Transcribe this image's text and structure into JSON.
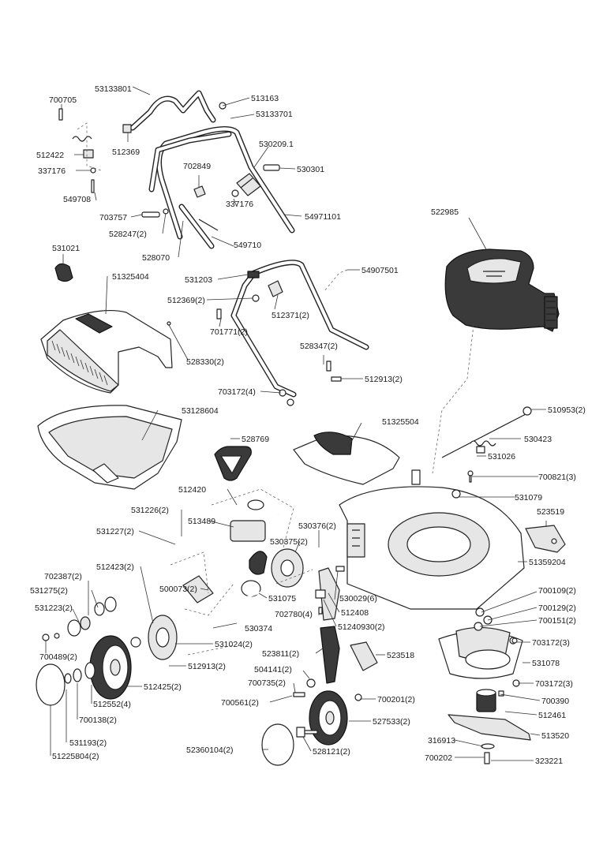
{
  "parts": [
    {
      "id": "p01",
      "label": "53133801"
    },
    {
      "id": "p02",
      "label": "513163"
    },
    {
      "id": "p03",
      "label": "700705"
    },
    {
      "id": "p04",
      "label": "53133701"
    },
    {
      "id": "p05",
      "label": "512369"
    },
    {
      "id": "p06",
      "label": "530209.1"
    },
    {
      "id": "p07",
      "label": "512422"
    },
    {
      "id": "p08",
      "label": "530301"
    },
    {
      "id": "p09",
      "label": "337176"
    },
    {
      "id": "p10",
      "label": "702849"
    },
    {
      "id": "p11",
      "label": "549708"
    },
    {
      "id": "p12",
      "label": "337176"
    },
    {
      "id": "p13",
      "label": "54971101"
    },
    {
      "id": "p14",
      "label": "703757"
    },
    {
      "id": "p15",
      "label": "522985"
    },
    {
      "id": "p16",
      "label": "528247(2)"
    },
    {
      "id": "p17",
      "label": "549710"
    },
    {
      "id": "p18",
      "label": "531021"
    },
    {
      "id": "p19",
      "label": "528070"
    },
    {
      "id": "p20",
      "label": "54907501"
    },
    {
      "id": "p21",
      "label": "51325404"
    },
    {
      "id": "p22",
      "label": "531203"
    },
    {
      "id": "p23",
      "label": "512369(2)"
    },
    {
      "id": "p24",
      "label": "512371(2)"
    },
    {
      "id": "p25",
      "label": "701771(2)"
    },
    {
      "id": "p26",
      "label": "528347(2)"
    },
    {
      "id": "p27",
      "label": "528330(2)"
    },
    {
      "id": "p28",
      "label": "512913(2)"
    },
    {
      "id": "p29",
      "label": "703172(4)"
    },
    {
      "id": "p30",
      "label": "510953(2)"
    },
    {
      "id": "p31",
      "label": "53128604"
    },
    {
      "id": "p32",
      "label": "51325504"
    },
    {
      "id": "p33",
      "label": "528769"
    },
    {
      "id": "p34",
      "label": "530423"
    },
    {
      "id": "p35",
      "label": "531026"
    },
    {
      "id": "p36",
      "label": "700821(3)"
    },
    {
      "id": "p37",
      "label": "512420"
    },
    {
      "id": "p38",
      "label": "531079"
    },
    {
      "id": "p39",
      "label": "531226(2)"
    },
    {
      "id": "p40",
      "label": "523519"
    },
    {
      "id": "p41",
      "label": "513489"
    },
    {
      "id": "p42",
      "label": "530376(2)"
    },
    {
      "id": "p43",
      "label": "531227(2)"
    },
    {
      "id": "p44",
      "label": "530375(2)"
    },
    {
      "id": "p45",
      "label": "51359204"
    },
    {
      "id": "p46",
      "label": "512423(2)"
    },
    {
      "id": "p47",
      "label": "702387(2)"
    },
    {
      "id": "p48",
      "label": "531275(2)"
    },
    {
      "id": "p49",
      "label": "500073(2)"
    },
    {
      "id": "p50",
      "label": "531075"
    },
    {
      "id": "p51",
      "label": "530029(6)"
    },
    {
      "id": "p52",
      "label": "700109(2)"
    },
    {
      "id": "p53",
      "label": "531223(2)"
    },
    {
      "id": "p54",
      "label": "700129(2)"
    },
    {
      "id": "p55",
      "label": "702780(4)"
    },
    {
      "id": "p56",
      "label": "512408"
    },
    {
      "id": "p57",
      "label": "700151(2)"
    },
    {
      "id": "p58",
      "label": "530374"
    },
    {
      "id": "p59",
      "label": "51240930(2)"
    },
    {
      "id": "p60",
      "label": "700489(2)"
    },
    {
      "id": "p61",
      "label": "531024(2)"
    },
    {
      "id": "p62",
      "label": "703172(3)"
    },
    {
      "id": "p63",
      "label": "523811(2)"
    },
    {
      "id": "p64",
      "label": "523518"
    },
    {
      "id": "p65",
      "label": "531078"
    },
    {
      "id": "p66",
      "label": "512913(2)"
    },
    {
      "id": "p67",
      "label": "504141(2)"
    },
    {
      "id": "p68",
      "label": "512425(2)"
    },
    {
      "id": "p69",
      "label": "700735(2)"
    },
    {
      "id": "p70",
      "label": "703172(3)"
    },
    {
      "id": "p71",
      "label": "700390"
    },
    {
      "id": "p72",
      "label": "700561(2)"
    },
    {
      "id": "p73",
      "label": "700201(2)"
    },
    {
      "id": "p74",
      "label": "512552(4)"
    },
    {
      "id": "p75",
      "label": "512461"
    },
    {
      "id": "p76",
      "label": "700138(2)"
    },
    {
      "id": "p77",
      "label": "527533(2)"
    },
    {
      "id": "p78",
      "label": "513520"
    },
    {
      "id": "p79",
      "label": "316913"
    },
    {
      "id": "p80",
      "label": "531193(2)"
    },
    {
      "id": "p81",
      "label": "52360104(2)"
    },
    {
      "id": "p82",
      "label": "528121(2)"
    },
    {
      "id": "p83",
      "label": "51225804(2)"
    },
    {
      "id": "p84",
      "label": "700202"
    },
    {
      "id": "p85",
      "label": "323221"
    }
  ]
}
